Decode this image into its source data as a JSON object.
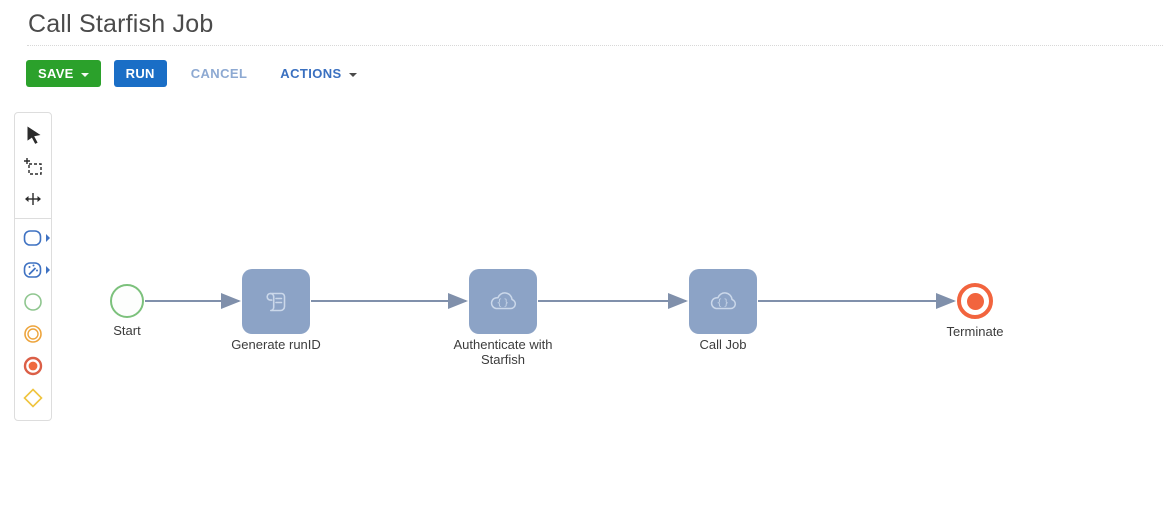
{
  "header": {
    "title": "Call Starfish Job"
  },
  "toolbar": {
    "save_label": "SAVE",
    "run_label": "RUN",
    "cancel_label": "CANCEL",
    "actions_label": "ACTIONS"
  },
  "palette": {
    "items": [
      {
        "icon": "pointer-tool-icon"
      },
      {
        "icon": "lasso-tool-icon"
      },
      {
        "icon": "space-tool-icon"
      },
      {
        "icon": "task-shape-icon",
        "has_flyout": true
      },
      {
        "icon": "automation-task-shape-icon",
        "has_flyout": true
      },
      {
        "icon": "start-event-shape-icon"
      },
      {
        "icon": "intermediate-event-shape-icon"
      },
      {
        "icon": "end-event-shape-icon"
      },
      {
        "icon": "gateway-shape-icon"
      }
    ]
  },
  "canvas": {
    "nodes": [
      {
        "id": "start",
        "type": "start-event",
        "label": "Start"
      },
      {
        "id": "generate-runid",
        "type": "task",
        "icon": "script-icon",
        "label": "Generate runID"
      },
      {
        "id": "authenticate-with-starfish",
        "type": "task",
        "icon": "cloud-braces-icon",
        "label": "Authenticate with Starfish"
      },
      {
        "id": "call-job",
        "type": "task",
        "icon": "cloud-braces-icon",
        "label": "Call Job"
      },
      {
        "id": "terminate",
        "type": "end-event",
        "label": "Terminate"
      }
    ],
    "edges": [
      {
        "from": "start",
        "to": "generate-runid"
      },
      {
        "from": "generate-runid",
        "to": "authenticate-with-starfish"
      },
      {
        "from": "authenticate-with-starfish",
        "to": "call-job"
      },
      {
        "from": "call-job",
        "to": "terminate"
      }
    ]
  },
  "colors": {
    "save_green": "#2BA12B",
    "run_blue": "#1A6EC6",
    "cancel_blue": "#8DA9D2",
    "actions_blue": "#3A70C0",
    "task_fill": "#8CA3C6",
    "task_icon_stroke": "#CBD8EA",
    "edge_gray": "#8090AB",
    "start_green": "#7CC17C",
    "terminate_orange": "#F2643E",
    "palette_blue": "#3F72C2",
    "intermediate_amber": "#EDA43C",
    "end_event_red": "#DB5F47",
    "end_event_orange": "#EF6A3E",
    "gateway_yellow": "#EFC43D"
  }
}
